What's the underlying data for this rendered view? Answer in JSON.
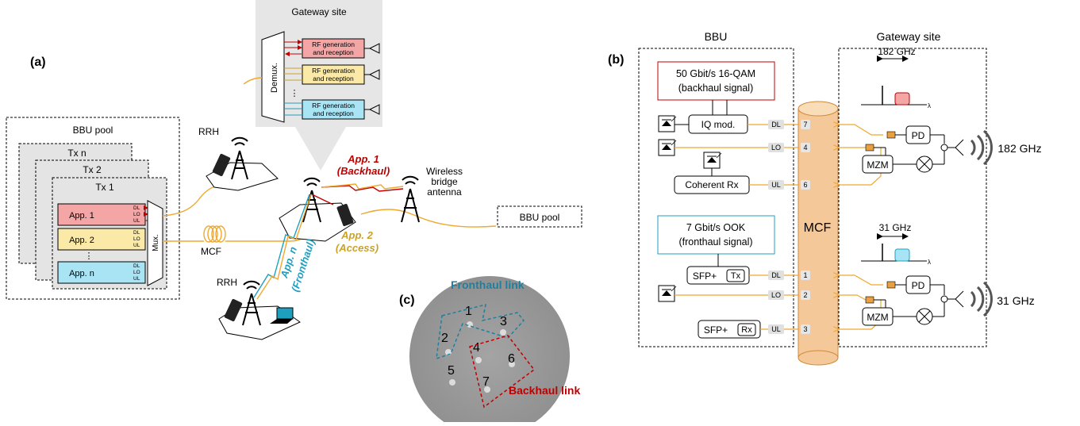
{
  "panel_a": {
    "label": "(a)",
    "gateway_site": {
      "title": "Gateway site",
      "demux": "Demux.",
      "rf_label_line1": "RF generation",
      "rf_label_line2": "and reception",
      "ellipsis": "⋮"
    },
    "bbu_pool": {
      "title": "BBU pool",
      "tx_n": "Tx n",
      "tx_2": "Tx 2",
      "tx_1": "Tx 1",
      "apps": [
        {
          "label": "App. 1",
          "color": "#f4a6a6"
        },
        {
          "label": "App. 2",
          "color": "#fbe9a8"
        },
        {
          "label": "App. n",
          "color": "#a9e4f5"
        }
      ],
      "ellipsis": "⋮",
      "mux": "Mux.",
      "port_dl": "DL",
      "port_lo": "LO",
      "port_ul": "UL"
    },
    "mcf": "MCF",
    "rrh_top": "RRH",
    "rrh_bottom": "RRH",
    "app1_line1": "App. 1",
    "app1_line2": "(Backhaul)",
    "app2_line1": "App. 2",
    "app2_line2": "(Access)",
    "appn_line1": "App. n",
    "appn_line2": "(Fronthaul)",
    "wireless_line1": "Wireless",
    "wireless_line2": "bridge",
    "wireless_line3": "antenna",
    "bbu_pool_remote": "BBU pool",
    "colors": {
      "backhaul": "#c00000",
      "access": "#c9a227",
      "fronthaul": "#1f9fc0",
      "fiber": "#f0a830"
    }
  },
  "panel_b": {
    "label": "(b)",
    "bbu_title": "BBU",
    "gateway_title": "Gateway site",
    "backhaul_box_line1": "50 Gbit/s 16-QAM",
    "backhaul_box_line2": "(backhaul signal)",
    "iq_mod": "IQ mod.",
    "coherent_rx": "Coherent Rx",
    "fronthaul_box_line1": "7 Gbit/s OOK",
    "fronthaul_box_line2": "(fronthaul signal)",
    "sfp_tx_1": "SFP+",
    "sfp_tx_2": "Tx",
    "sfp_rx_1": "SFP+",
    "sfp_rx_2": "Rx",
    "mcf": "MCF",
    "pd": "PD",
    "mzm": "MZM",
    "freq_high": "182 GHz",
    "freq_low": "31 GHz",
    "lambda": "λ",
    "dl": "DL",
    "lo": "LO",
    "ul": "UL",
    "cores": [
      "7",
      "4",
      "6",
      "1",
      "2",
      "3"
    ]
  },
  "panel_c": {
    "label": "(c)",
    "fronthaul_link": "Fronthaul link",
    "backhaul_link": "Backhaul link",
    "cores": [
      "1",
      "2",
      "3",
      "4",
      "5",
      "6",
      "7"
    ]
  }
}
